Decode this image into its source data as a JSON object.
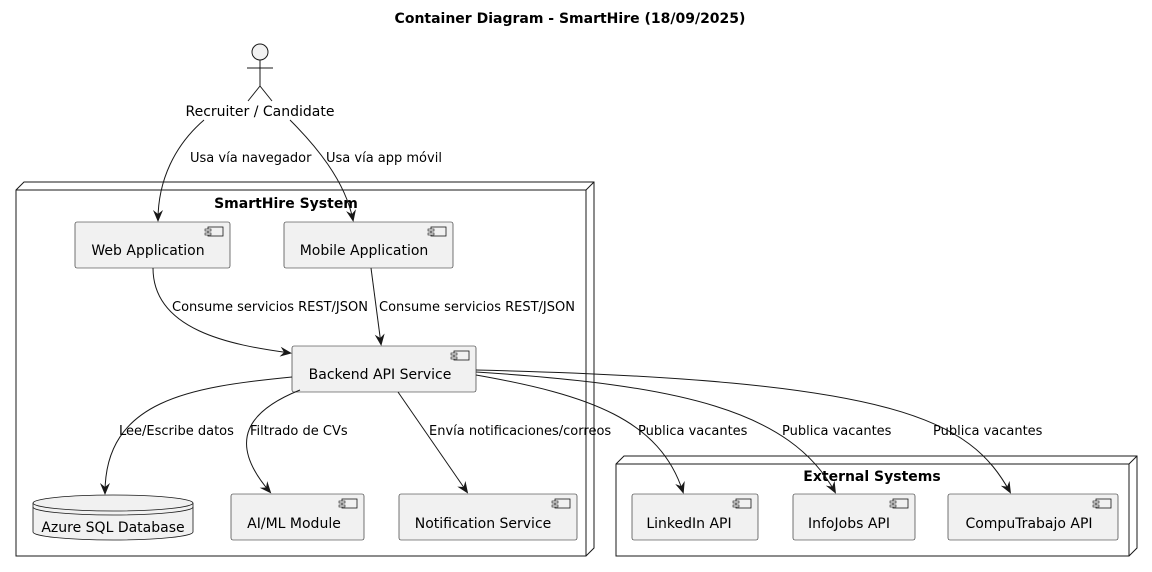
{
  "diagram": {
    "title": "Container Diagram - SmartHire (18/09/2025)",
    "actor": {
      "label": "Recruiter / Candidate"
    },
    "system_node": {
      "title": "SmartHire System",
      "components": {
        "web_app": "Web Application",
        "mobile_app": "Mobile Application",
        "backend": "Backend API Service",
        "database": "Azure SQL Database",
        "ai_module": "AI/ML Module",
        "notification": "Notification Service"
      }
    },
    "external_node": {
      "title": "External Systems",
      "components": {
        "linkedin": "LinkedIn API",
        "infojobs": "InfoJobs API",
        "computrabajo": "CompuTrabajo API"
      }
    },
    "edges": {
      "actor_web": "Usa vía navegador",
      "actor_mobile": "Usa vía app móvil",
      "web_backend": "Consume servicios REST/JSON",
      "mobile_backend": "Consume servicios REST/JSON",
      "backend_db": "Lee/Escribe datos",
      "backend_ai": "Filtrado de CVs",
      "backend_notif": "Envía notificaciones/correos",
      "backend_linkedin": "Publica vacantes",
      "backend_infojobs": "Publica vacantes",
      "backend_computrabajo": "Publica vacantes"
    }
  }
}
